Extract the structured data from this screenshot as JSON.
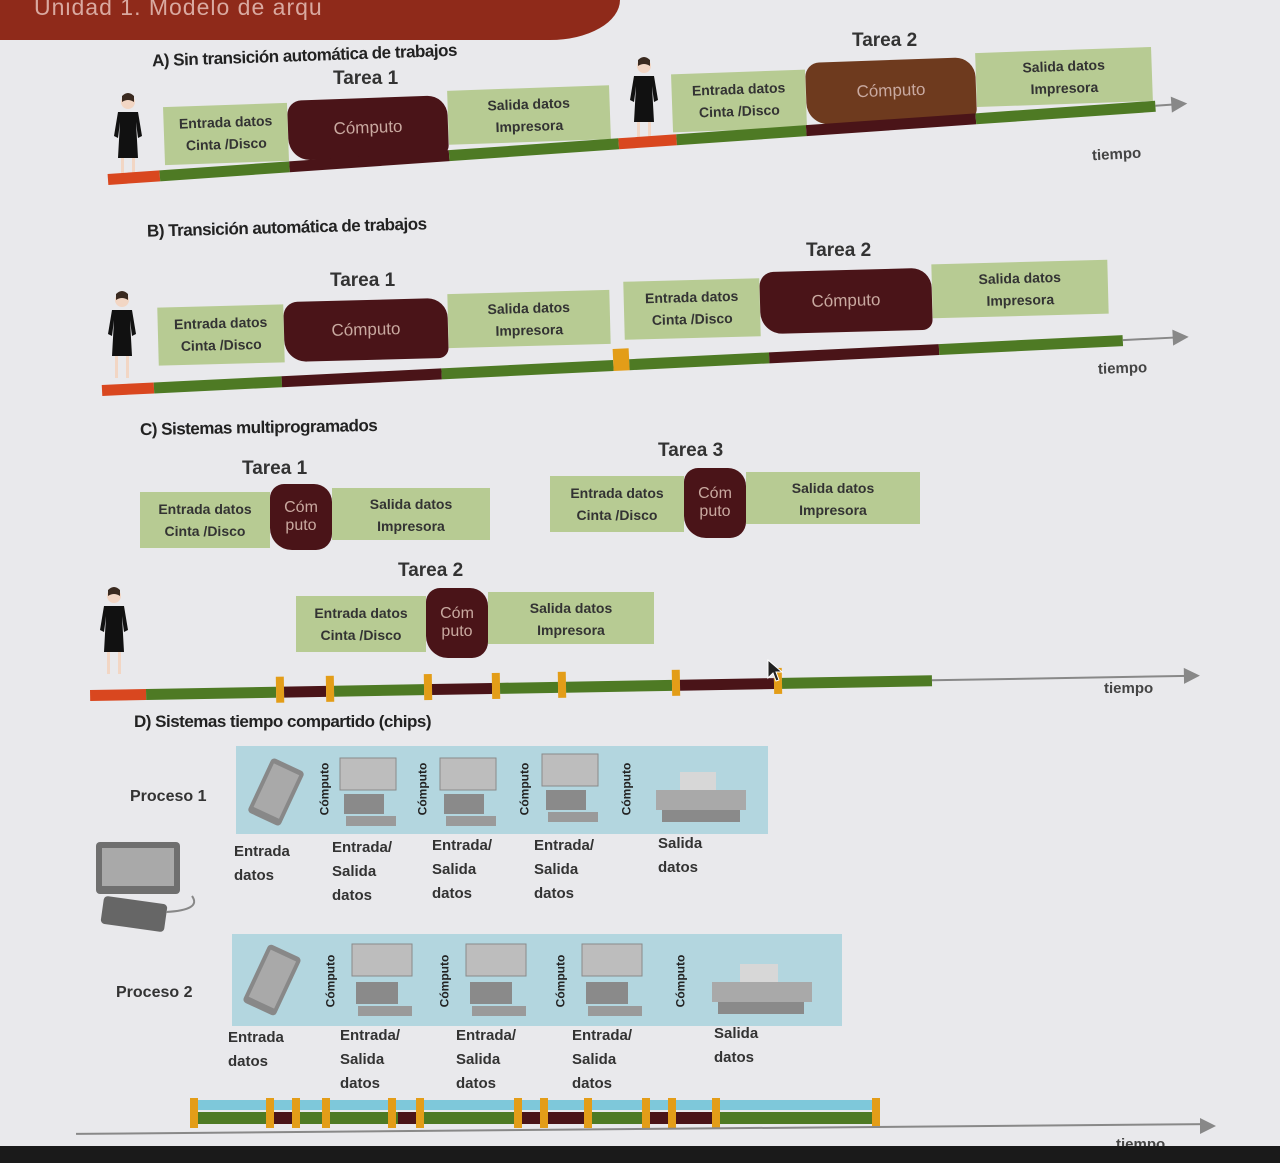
{
  "header": {
    "title": "Unidad 1. Modelo de arqu"
  },
  "sections": {
    "a": "A) Sin transición automática de trabajos",
    "b": "B) Transición automática de trabajos",
    "c": "C) Sistemas multiprogramados",
    "d": "D)  Sistemas tiempo compartido (chips)"
  },
  "labels": {
    "tarea1": "Tarea 1",
    "tarea2": "Tarea 2",
    "tarea3": "Tarea 3",
    "entrada": "Entrada datos",
    "cinta": "Cinta /Disco",
    "computo": "Cómputo",
    "com": "Cóm",
    "puto": "puto",
    "salida": "Salida datos",
    "impresora": "Impresora",
    "tiempo": "tiempo"
  },
  "timeshare": {
    "proceso1": "Proceso 1",
    "proceso2": "Proceso 2",
    "computo_vertical": "Cómputo",
    "steps": {
      "entrada_l1": "Entrada",
      "entrada_l2": "datos",
      "es_l1": "Entrada/",
      "es_l2": "Salida",
      "es_l3": "datos",
      "salida_l1": "Salida",
      "salida_l2": "datos"
    }
  },
  "colors": {
    "accent": "#8f2a1a",
    "green": "#4e7a24",
    "dark_red": "#4a1418",
    "orange": "#d9471f",
    "yellow": "#e39d18",
    "box_green": "#b7cb93",
    "panel_blue": "#b3d6df"
  }
}
